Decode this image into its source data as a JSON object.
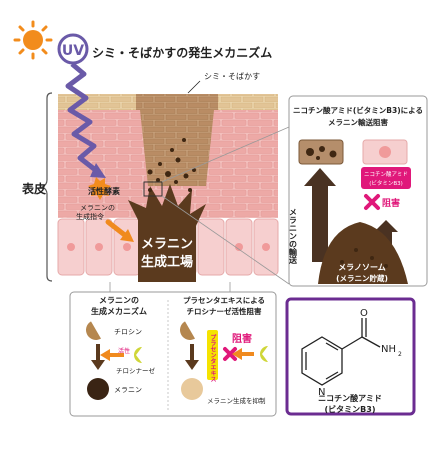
{
  "header": {
    "uv_label": "UV",
    "title": "シミ・そばかすの発生メカニズム"
  },
  "skin": {
    "side_label": "表皮",
    "spot_label": "シミ・そばかす",
    "active_enzyme": "活性酵素",
    "melanin_command_line1": "メラニンの",
    "melanin_command_line2": "生成指令",
    "factory_line1": "メラニン",
    "factory_line2": "生成工場"
  },
  "transport_panel": {
    "title_line1": "ニコチン酸アミド(ビタミンB3)による",
    "title_line2": "メラニン輸送阻害",
    "badge_line1": "ニコチン酸アミド",
    "badge_line2": "(ビタミンB3)",
    "block_label": "阻害",
    "transport_label": "メラニンの輸送",
    "melanosome_line1": "メラノソーム",
    "melanosome_line2": "(メラニン貯蔵)"
  },
  "mechanism_panel": {
    "title_line1": "メラニンの",
    "title_line2": "生成メカニズム",
    "tyrosine": "チロシン",
    "activity": "活性",
    "tyrosinase": "チロシナーゼ",
    "melanin": "メラニン"
  },
  "placenta_panel": {
    "title_line1": "プラセンタエキスによる",
    "title_line2": "チロシナーゼ活性阻害",
    "vertical_label": "プラセンタエキス",
    "block_label": "阻害",
    "result": "メラニン生成を抑制"
  },
  "structure_panel": {
    "atom_o": "O",
    "atom_n_ring": "N",
    "atom_nh": "NH",
    "atom_sub": "2",
    "name_line1": "ニコチン酸アミド",
    "name_line2": "(ビタミンB3)"
  },
  "colors": {
    "uv_purple": "#6a5aa8",
    "arrow_orange": "#f08a1e",
    "melanin_brown": "#5b3a1e",
    "block_magenta": "#e0187a",
    "frame_purple": "#6b2c91",
    "skin_pink": "#f6cfcf"
  }
}
